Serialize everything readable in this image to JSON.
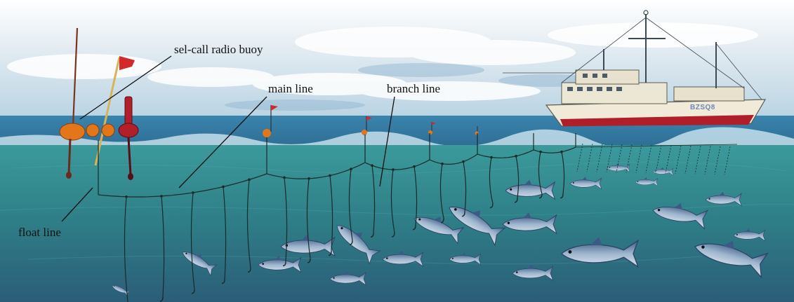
{
  "labels": {
    "radio_buoy": "sel-call radio buoy",
    "main_line": "main line",
    "branch_line": "branch line",
    "float_line": "float line"
  },
  "ship": {
    "hull_marking": "BZSQ8"
  },
  "colors": {
    "sky_top": "#d9e6ee",
    "sky_cloud": "#ffffff",
    "sea_surface": "#3f8fb6",
    "water_upper": "#2f8a93",
    "water_lower": "#2a6e84",
    "line": "#1a2a2a",
    "buoy_orange": "#e3761b",
    "buoy_red": "#b1202a",
    "flag_red": "#d22a2a",
    "ship_hull": "#f1ead8",
    "fish_body": "#8ea7c2"
  }
}
